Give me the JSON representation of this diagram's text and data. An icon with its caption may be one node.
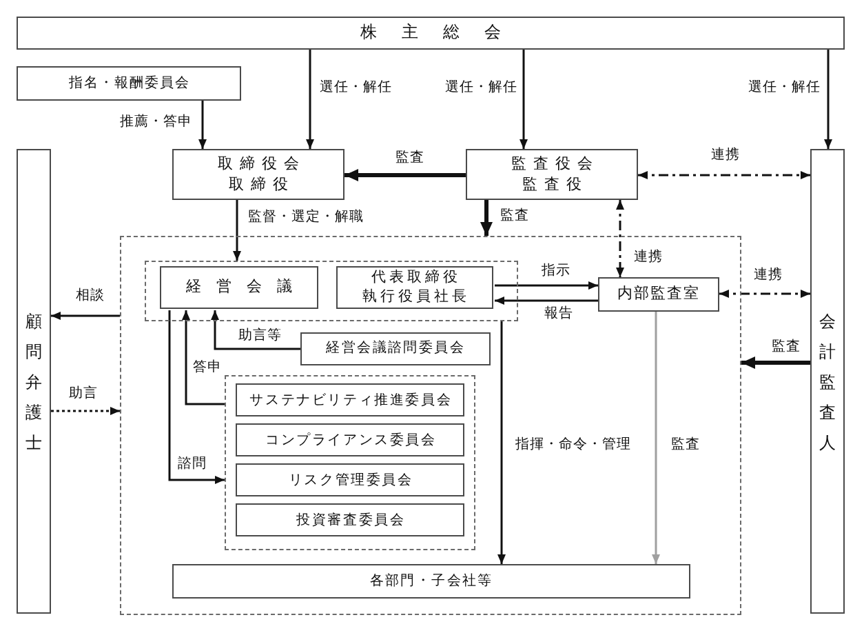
{
  "diagram": {
    "nodes": [
      {
        "text": [
          "株主総会"
        ]
      },
      {
        "text": [
          "指名・報酬委員会"
        ]
      },
      {
        "text": [
          "顧問弁護士"
        ]
      },
      {
        "text": [
          "取締役会",
          "取締役"
        ]
      },
      {
        "text": [
          "監査役会",
          "監査役"
        ]
      },
      {
        "text": [
          "会計監査人"
        ]
      },
      {
        "text": [],
        "shape": "box"
      },
      {
        "text": [],
        "shape": "box",
        "in": 6
      },
      {
        "text": [
          "経営会議"
        ],
        "in": 7
      },
      {
        "text": [
          "代表取締役",
          "執行役員社長"
        ],
        "in": 7
      },
      {
        "text": [
          "内部監査室"
        ],
        "in": 6
      },
      {
        "text": [
          "経営会議諮問委員会"
        ],
        "in": 6
      },
      {
        "text": [],
        "shape": "box",
        "in": 6
      },
      {
        "text": [
          "サステナビリティ推進委員会"
        ],
        "in": 12
      },
      {
        "text": [
          "コンプライアンス委員会"
        ],
        "in": 12
      },
      {
        "text": [
          "リスク管理委員会"
        ],
        "in": 12
      },
      {
        "text": [
          "投資審査委員会"
        ],
        "in": 12
      },
      {
        "text": [
          "各部門・子会社等"
        ],
        "in": 6
      }
    ],
    "edges": [
      {
        "from": 0,
        "to": 3,
        "arrow": "to",
        "label": "選任・解任"
      },
      {
        "from": 0,
        "to": 4,
        "arrow": "to",
        "label": "選任・解任"
      },
      {
        "from": 0,
        "to": 5,
        "arrow": "to",
        "label": "選任・解任"
      },
      {
        "from": 1,
        "to": 3,
        "arrow": "to",
        "label": "推薦・答申"
      },
      {
        "from": 4,
        "to": 3,
        "arrow": "to",
        "label": "監査",
        "style": "thick"
      },
      {
        "from": 4,
        "to": 5,
        "arrow": "both",
        "label": "連携",
        "style": "dashed"
      },
      {
        "from": 3,
        "to": 7,
        "arrow": "to",
        "label": "監督・選定・解職"
      },
      {
        "from": 4,
        "to": 6,
        "arrow": "to",
        "label": "監査",
        "style": "thick"
      },
      {
        "from": 4,
        "to": 10,
        "arrow": "both",
        "label": "連携",
        "style": "dashed"
      },
      {
        "from": 10,
        "to": 5,
        "arrow": "both",
        "label": "連携",
        "style": "dashed"
      },
      {
        "from": 9,
        "to": 10,
        "arrow": "to",
        "label": "指示"
      },
      {
        "from": 10,
        "to": 9,
        "arrow": "to",
        "label": "報告"
      },
      {
        "from": 6,
        "to": 2,
        "arrow": "to",
        "label": "相談"
      },
      {
        "from": 2,
        "to": 6,
        "arrow": "to",
        "label": "助言",
        "style": "dashed"
      },
      {
        "from": 5,
        "to": 6,
        "arrow": "to",
        "label": "監査",
        "style": "thick"
      },
      {
        "from": 11,
        "to": 8,
        "arrow": "to",
        "label": "助言等"
      },
      {
        "from": 12,
        "to": 8,
        "arrow": "to",
        "label": "答申"
      },
      {
        "from": 8,
        "to": 12,
        "arrow": "to",
        "label": "諮問"
      },
      {
        "from": 7,
        "to": 17,
        "arrow": "to",
        "label": "指揮・命令・管理"
      },
      {
        "from": 10,
        "to": 17,
        "arrow": "to",
        "label": "監査",
        "color": "#a0a0a0"
      }
    ]
  }
}
